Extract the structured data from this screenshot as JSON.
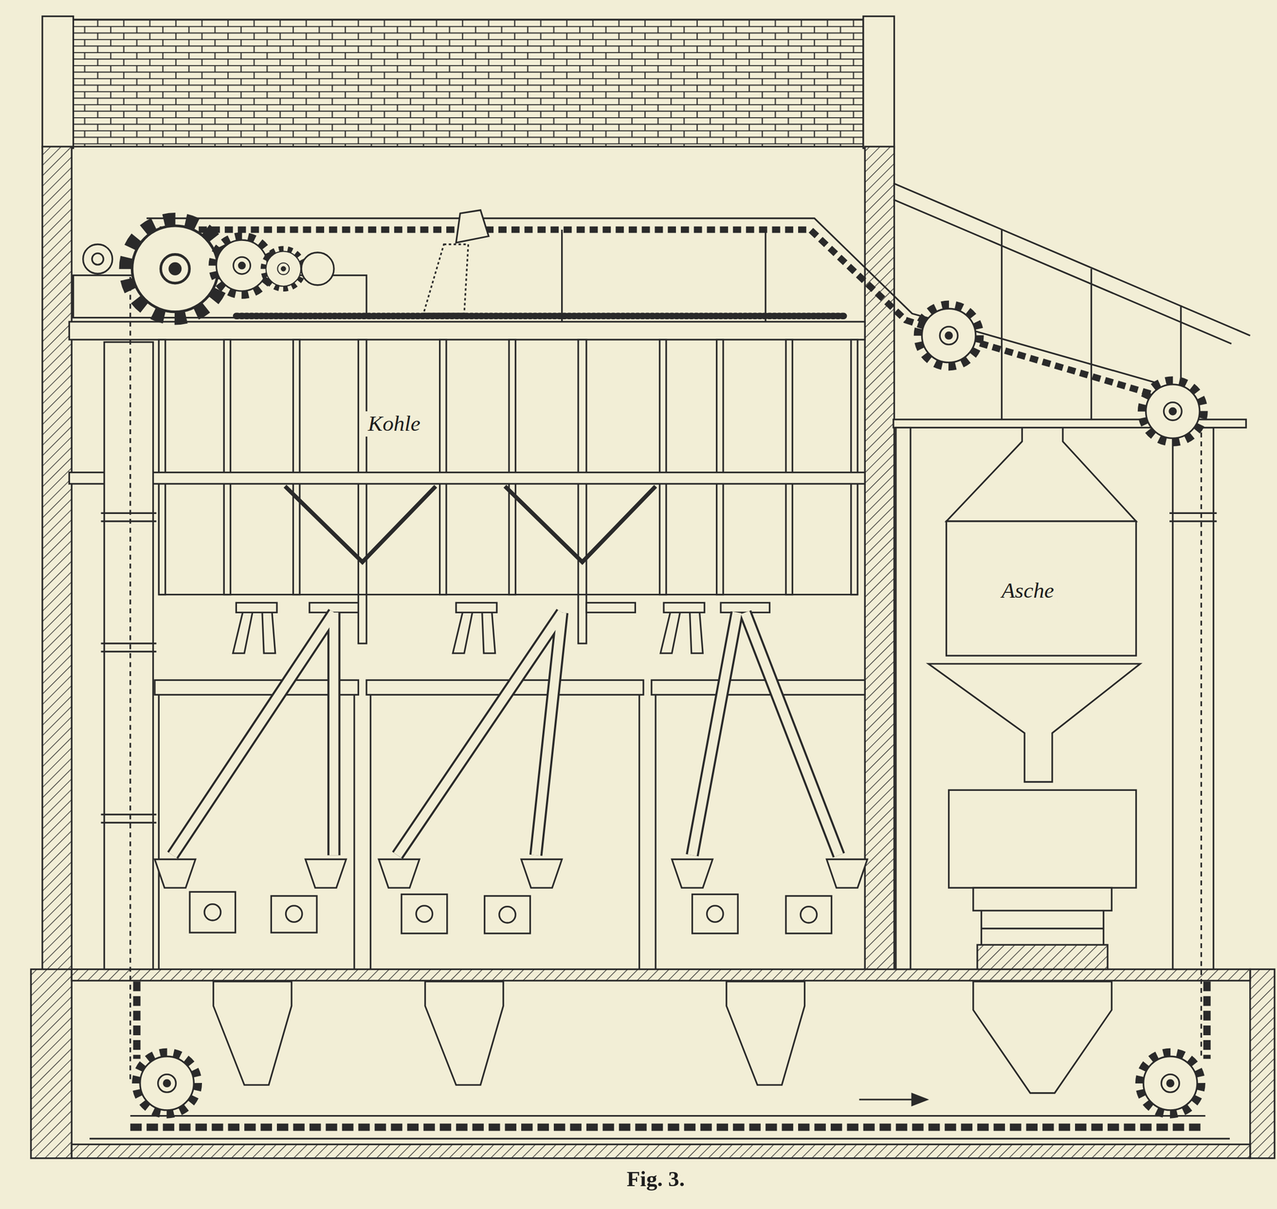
{
  "diagram": {
    "caption": "Fig. 3.",
    "nodes": [
      {
        "text": [
          "Kohle"
        ]
      },
      {
        "text": [
          "Asche"
        ]
      }
    ]
  }
}
